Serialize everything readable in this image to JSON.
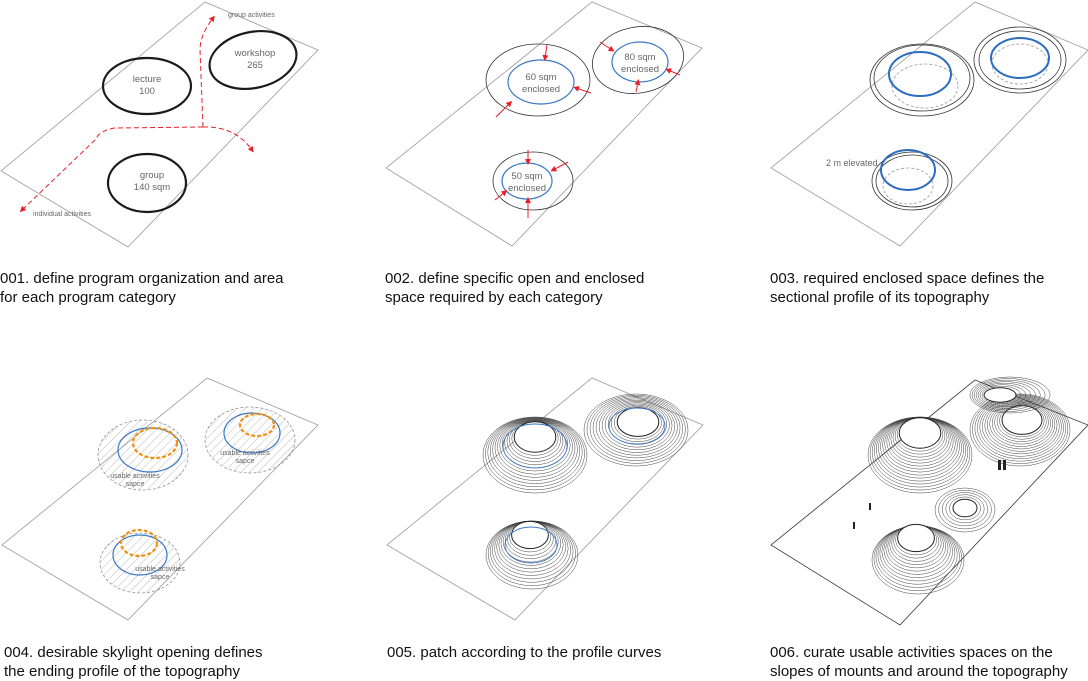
{
  "panels": [
    {
      "caption": [
        "001. define program organization and area",
        "for each program category"
      ],
      "labels": {
        "lecture": [
          "lecture",
          "100"
        ],
        "workshop": [
          "workshop",
          "265"
        ],
        "group": [
          "group",
          "140 sqm"
        ],
        "group_activities": "group activities",
        "individual_activities": "individual activities"
      }
    },
    {
      "caption": [
        "002. define specific open and enclosed",
        "space required by each category"
      ],
      "labels": {
        "a": [
          "60 sqm",
          "enclosed"
        ],
        "b": [
          "80 sqm",
          "enclosed"
        ],
        "c": [
          "50 sqm",
          "enclosed"
        ]
      }
    },
    {
      "caption": [
        "003. required enclosed space defines the",
        "sectional profile of its topography"
      ],
      "labels": {
        "elevated": "2 m elevated"
      }
    },
    {
      "caption": [
        "004. desirable skylight opening defines",
        "the ending profile of the topography"
      ],
      "labels": {
        "a": [
          "usable activities",
          "sapce"
        ],
        "b": [
          "usable activities",
          "sapce"
        ],
        "c": [
          "usable activities",
          "sapce"
        ]
      }
    },
    {
      "caption": [
        "005. patch according to the profile curves"
      ]
    },
    {
      "caption": [
        "006. curate usable activities spaces on the",
        "slopes of mounts and around the topography"
      ]
    }
  ],
  "colors": {
    "accent_red": "#e8202a",
    "enclosed_blue": "#3a78c4",
    "skylight_orange": "#f29111"
  }
}
